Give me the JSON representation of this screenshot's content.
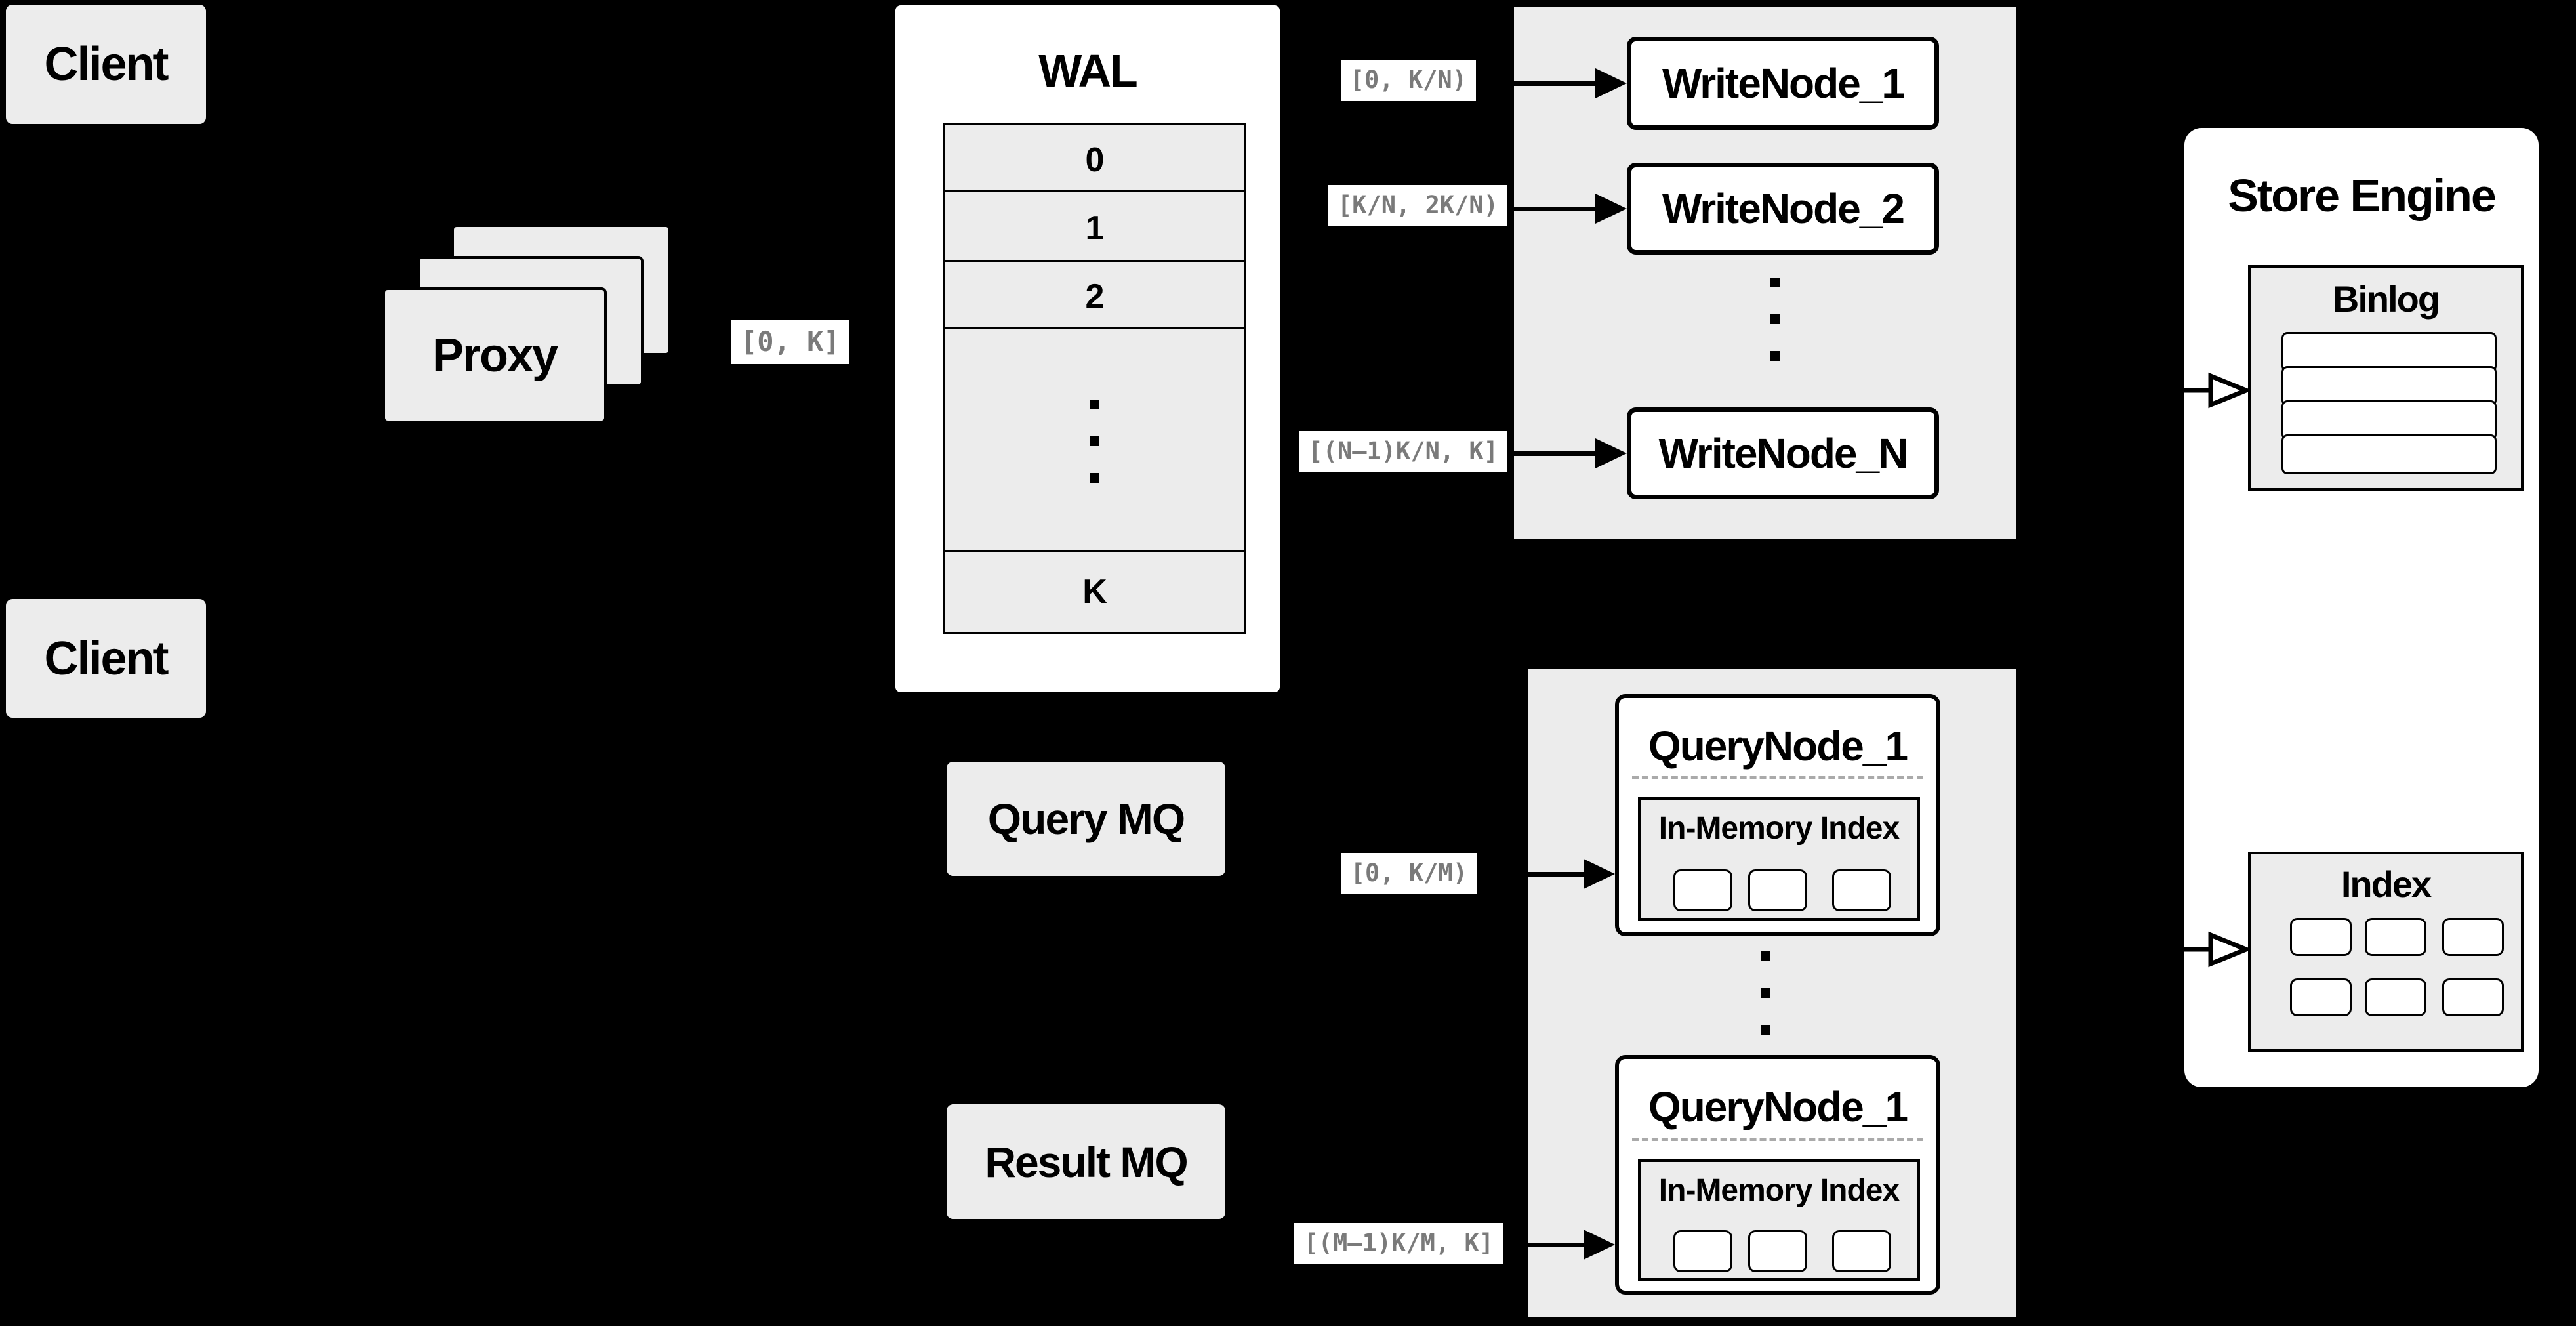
{
  "colors": {
    "background": "#000000",
    "panel_fill": "#ececec",
    "node_fill": "#ffffff",
    "stroke": "#000000",
    "range_text": "#7a7a7a",
    "divider": "#aaaaaa"
  },
  "clients": {
    "top": "Client",
    "bottom": "Client"
  },
  "proxy": {
    "label": "Proxy"
  },
  "ranges": {
    "proxy_out": "[0, K]",
    "write_1": "[0, K/N)",
    "write_2": "[K/N, 2K/N)",
    "write_n": "[(N–1)K/N, K]",
    "query_1": "[0, K/M)",
    "query_m": "[(M–1)K/M, K]"
  },
  "wal": {
    "title": "WAL",
    "rows": [
      "0",
      "1",
      "2"
    ],
    "last_row": "K"
  },
  "write_nodes": {
    "node_1": "WriteNode_1",
    "node_2": "WriteNode_2",
    "node_n": "WriteNode_N"
  },
  "mq": {
    "query": "Query MQ",
    "result": "Result MQ"
  },
  "query_nodes": {
    "top": {
      "title": "QueryNode_1",
      "inner_title": "In-Memory Index"
    },
    "bottom": {
      "title": "QueryNode_1",
      "inner_title": "In-Memory Index"
    }
  },
  "store_engine": {
    "title": "Store Engine",
    "binlog_title": "Binlog",
    "index_title": "Index"
  }
}
